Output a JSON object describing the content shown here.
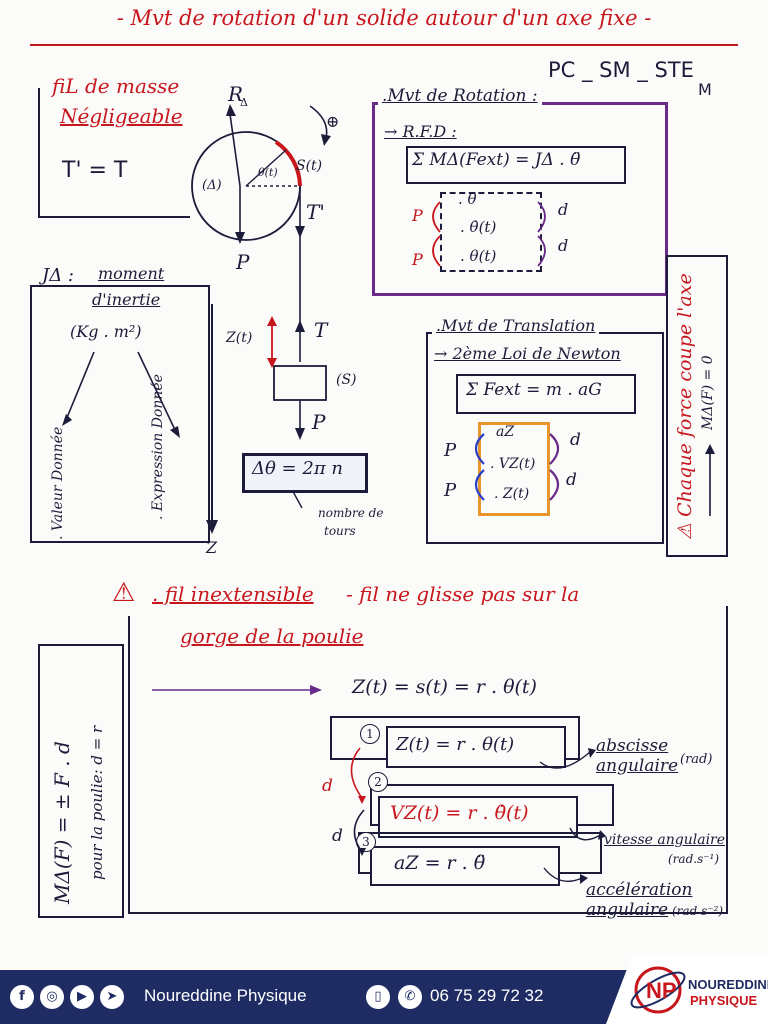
{
  "title": "- Mvt de rotation d'un solide autour d'un axe fixe -",
  "levels": "PC _ SM _ STE",
  "levels_m": "M",
  "fil": {
    "title1": "fiL de masse",
    "title2": "Négligeable",
    "eq": "T' = T"
  },
  "moment": {
    "label": "JΔ :",
    "title1": "moment",
    "title2": "d'inertie",
    "unit": "(Kg . m²)",
    "left": ". Valeur Donnée",
    "right": ". Expression Donnée",
    "z_label": "Z"
  },
  "diagram": {
    "R": "R",
    "R_sub": "Δ",
    "delta": "(Δ)",
    "theta": "θ(t)",
    "s_label": "S(t)",
    "plus": "⊕",
    "T_prime": "T'",
    "P1": "P",
    "z_t": "Z(t)",
    "T": "T",
    "S": "(S)",
    "P2": "P",
    "delta_theta": "Δθ = 2π n",
    "tours1": "nombre de",
    "tours2": "tours"
  },
  "rotation": {
    "title": ".Mvt de Rotation :",
    "rfd": "→ R.F.D :",
    "eq": "Σ MΔ(Fext) = JΔ . θ̈",
    "row1": ". θ̈",
    "row2": ". θ̇(t)",
    "row3": ". θ(t)",
    "p1": "P",
    "p2": "P",
    "d1": "d",
    "d2": "d"
  },
  "side_note": {
    "text": "⚠ Chaque force coupe l'axe",
    "eq": "MΔ(F) = 0"
  },
  "translation": {
    "title": ".Mvt de Translation",
    "law": "→ 2ème Loi de Newton",
    "eq": "Σ Fext = m . aG",
    "row1": "aZ",
    "row2": ". VZ(t)",
    "row3": ". Z(t)",
    "p1": "P",
    "p2": "P",
    "d1": "d",
    "d2": "d"
  },
  "inextensible": {
    "warn": "⚠",
    "line1a": ". fil inextensible",
    "line1b": "- fil ne glisse pas sur la",
    "line2": "gorge de la poulie",
    "main_eq": "Z(t) = s(t) = r . θ(t)",
    "n1": "1",
    "n2": "2",
    "n3": "3",
    "eq1": "Z(t) = r . θ(t)",
    "eq2": "VZ(t) = r . θ̇(t)",
    "eq3": "aZ = r . θ̈",
    "d1": "d",
    "d2": "d",
    "abs1": "abscisse",
    "abs2": "angulaire",
    "abs_unit": "(rad)",
    "vit": "vitesse angulaire",
    "vit_unit": "(rad.s⁻¹)",
    "acc1": "accélération",
    "acc2": "angulaire",
    "acc_unit": "(rad s⁻²)",
    "moment_eq": "MΔ(F) = ± F . d",
    "poulie": "pour la poulie: d = r"
  },
  "footer": {
    "name": "Noureddine Physique",
    "phone": "06 75 29 72 32",
    "logo1": "NOUREDDINE",
    "logo2": "PHYSIQUE",
    "icons": [
      "f",
      "◎",
      "▶",
      "➤"
    ],
    "phone_icon": "▯",
    "wa_icon": "✆"
  },
  "colors": {
    "red": "#c8161d",
    "navy": "#1c1c3a",
    "purple": "#6a2a8a",
    "orange": "#e8952b",
    "footer": "#1f2c63",
    "blue": "#2a3fc7"
  }
}
